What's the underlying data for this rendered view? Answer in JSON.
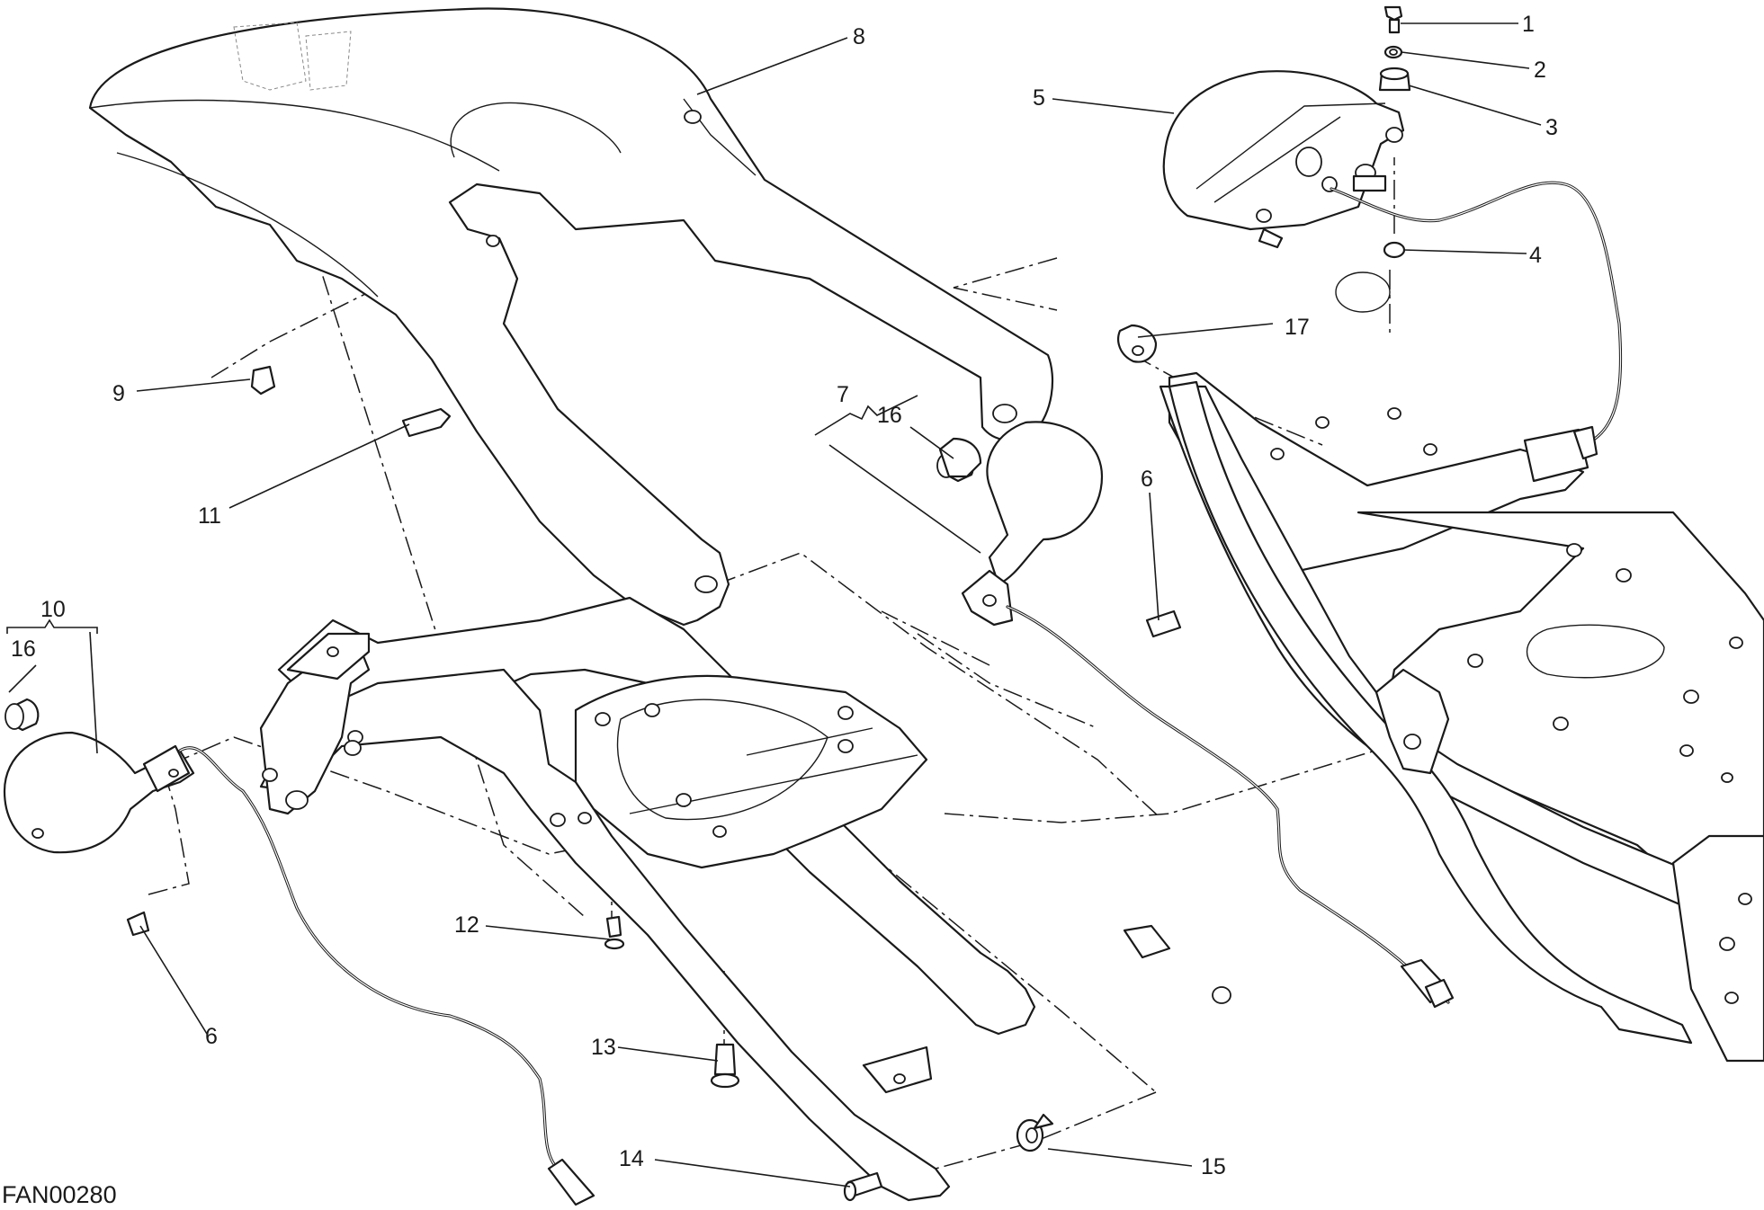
{
  "drawing_code": "FAN00280",
  "callouts": {
    "c1": "1",
    "c2": "2",
    "c3": "3",
    "c4": "4",
    "c5": "5",
    "c6a": "6",
    "c6b": "6",
    "c7": "7",
    "c8": "8",
    "c9": "9",
    "c10": "10",
    "c11": "11",
    "c12": "12",
    "c13": "13",
    "c14": "14",
    "c15": "15",
    "c16a": "16",
    "c16b": "16",
    "c17": "17"
  }
}
